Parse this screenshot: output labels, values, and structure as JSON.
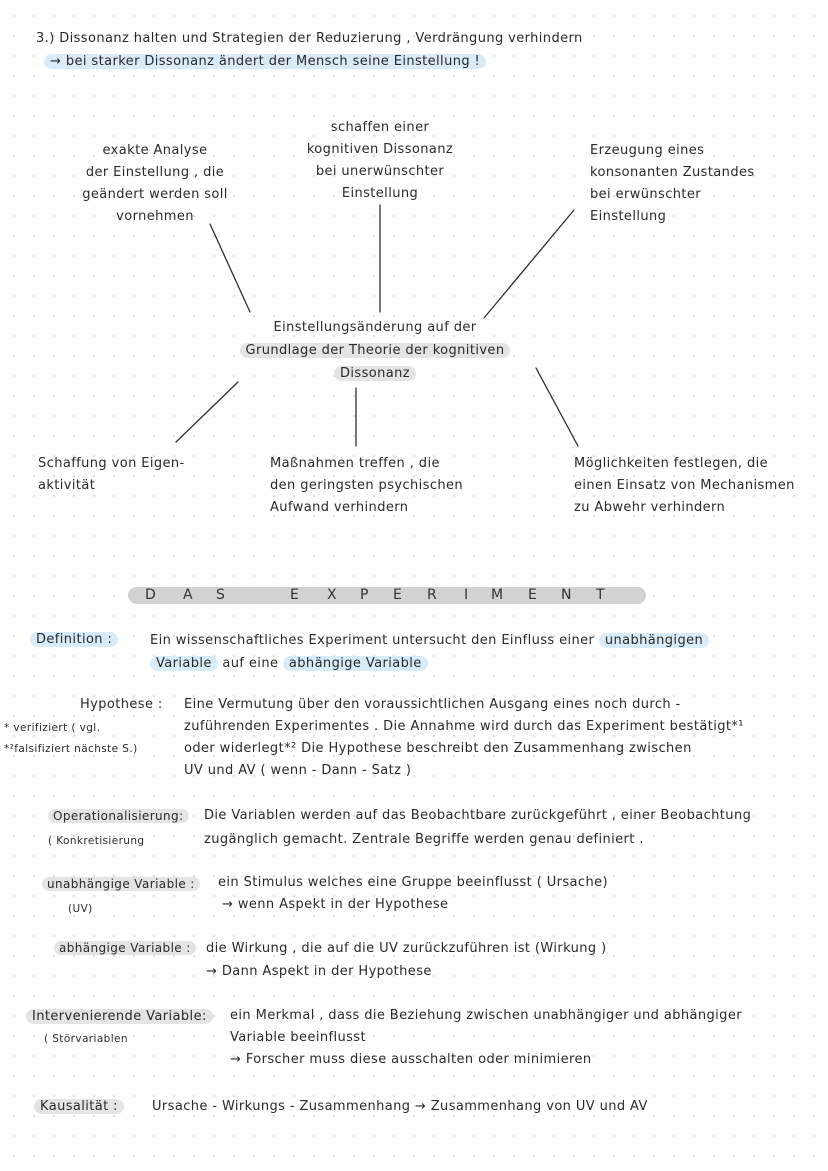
{
  "section3": {
    "line1": "3.)  Dissonanz  halten  und  Strategien  der  Reduzierung , Verdrängung  verhindern",
    "line2": "→ bei  starker  Dissonanz  ändert der Mensch  seine Einstellung !"
  },
  "mindmap": {
    "center": {
      "line1": "Einstellungsänderung auf der",
      "line2": "Grundlage der Theorie der kognitiven",
      "line3": "Dissonanz"
    },
    "top_left": [
      "exakte  Analyse",
      "der Einstellung , die",
      "geändert werden soll",
      "vornehmen"
    ],
    "top_middle": [
      "schaffen einer",
      "kognitiven Dissonanz",
      "bei unerwünschter",
      "Einstellung"
    ],
    "top_right": [
      "Erzeugung  eines",
      "konsonanten  Zustandes",
      "bei  erwünschter",
      "Einstellung"
    ],
    "bottom_left": [
      "Schaffung von Eigen-",
      "aktivität"
    ],
    "bottom_middle": [
      "Maßnahmen  treffen , die",
      "den  geringsten  psychischen",
      "Aufwand  verhindern"
    ],
    "bottom_right": [
      "Möglichkeiten  festlegen, die",
      "einen  Einsatz  von  Mechanismen",
      "zu  Abwehr  verhindern"
    ]
  },
  "banner": {
    "letters": [
      "D",
      "A",
      "S",
      "E",
      "X",
      "P",
      "E",
      "R",
      "I",
      "M",
      "E",
      "N",
      "T"
    ]
  },
  "definition": {
    "term": "Definition :",
    "text_a": "Ein wissenschaftliches Experiment untersucht den Einfluss einer",
    "highlight_a": "unabhängigen",
    "highlight_b": "Variable",
    "text_b": "auf eine",
    "highlight_c": "abhängige Variable"
  },
  "hypothese": {
    "term": "Hypothese :",
    "line1": "Eine  Vermutung  über den voraussichtlichen Ausgang  eines  noch  durch -",
    "line2": "zuführenden  Experimentes . Die  Annahme  wird durch das Experiment  bestätigt*¹",
    "line3": "oder  widerlegt*² Die  Hypothese  beschreibt  den  Zusammenhang  zwischen",
    "line4": "UV  und   AV     ( wenn  -  Dann - Satz )",
    "note1": "* verifiziert  ( vgl.",
    "note2": "*²falsifiziert  nächste S.)"
  },
  "operationalisierung": {
    "term": "Operationalisierung:",
    "sub": "( Konkretisierung",
    "line1": "Die Variablen  werden  auf das  Beobachtbare  zurückgeführt , einer Beobachtung",
    "line2": "zugänglich  gemacht.  Zentrale  Begriffe  werden  genau  definiert ."
  },
  "uv": {
    "term": "unabhängige Variable :",
    "sub": "(UV)",
    "line1": "ein  Stimulus  welches  eine  Gruppe  beeinflusst  ( Ursache)",
    "line2": "→ wenn  Aspekt  in der  Hypothese"
  },
  "av": {
    "term": "abhängige Variable :",
    "line1": "die  Wirkung , die auf die  UV  zurückzuführen  ist (Wirkung )",
    "line2": "→ Dann  Aspekt  in  der  Hypothese"
  },
  "intervenierende": {
    "term": "Intervenierende  Variable:",
    "sub": "( Störvariablen",
    "line1": "ein  Merkmal , dass die  Beziehung  zwischen  unabhängiger  und abhängiger",
    "line2": "Variable  beeinflusst",
    "line3": "→ Forscher  muss  diese  ausschalten   oder   minimieren"
  },
  "kausalitaet": {
    "term": "Kausalität :",
    "line": "Ursache  -  Wirkungs - Zusammenhang  →  Zusammenhang  von  UV  und  AV"
  },
  "colors": {
    "highlight_blue": "#d9ebf9",
    "highlight_grey": "#e4e4e4",
    "banner_grey": "#d2d2d2",
    "ink": "#2a2a2a"
  }
}
